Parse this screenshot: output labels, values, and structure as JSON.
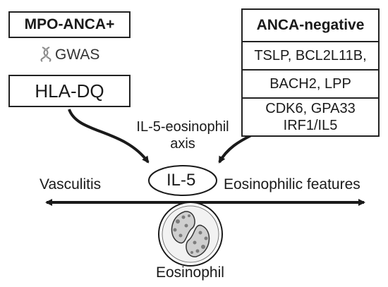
{
  "left_group": {
    "header": "MPO-ANCA+",
    "gwas_label": "GWAS",
    "gene": "HLA-DQ"
  },
  "right_group": {
    "header": "ANCA-negative",
    "genes": [
      "TSLP, BCL2L11B,",
      "BACH2, LPP",
      "CDK6, GPA33",
      "IRF1/IL5"
    ]
  },
  "axis_label": [
    "IL-5-eosinophil",
    "axis"
  ],
  "center_node": "IL-5",
  "spectrum": {
    "left": "Vasculitis",
    "right": "Eosinophilic features"
  },
  "cell_label": "Eosinophil",
  "icons": {
    "dna": "dna-icon",
    "cell": "eosinophil-cell-icon"
  },
  "colors": {
    "stroke": "#1a1a1a",
    "cell_fill": "#d9d9d9",
    "granule": "#8a8a8a"
  }
}
